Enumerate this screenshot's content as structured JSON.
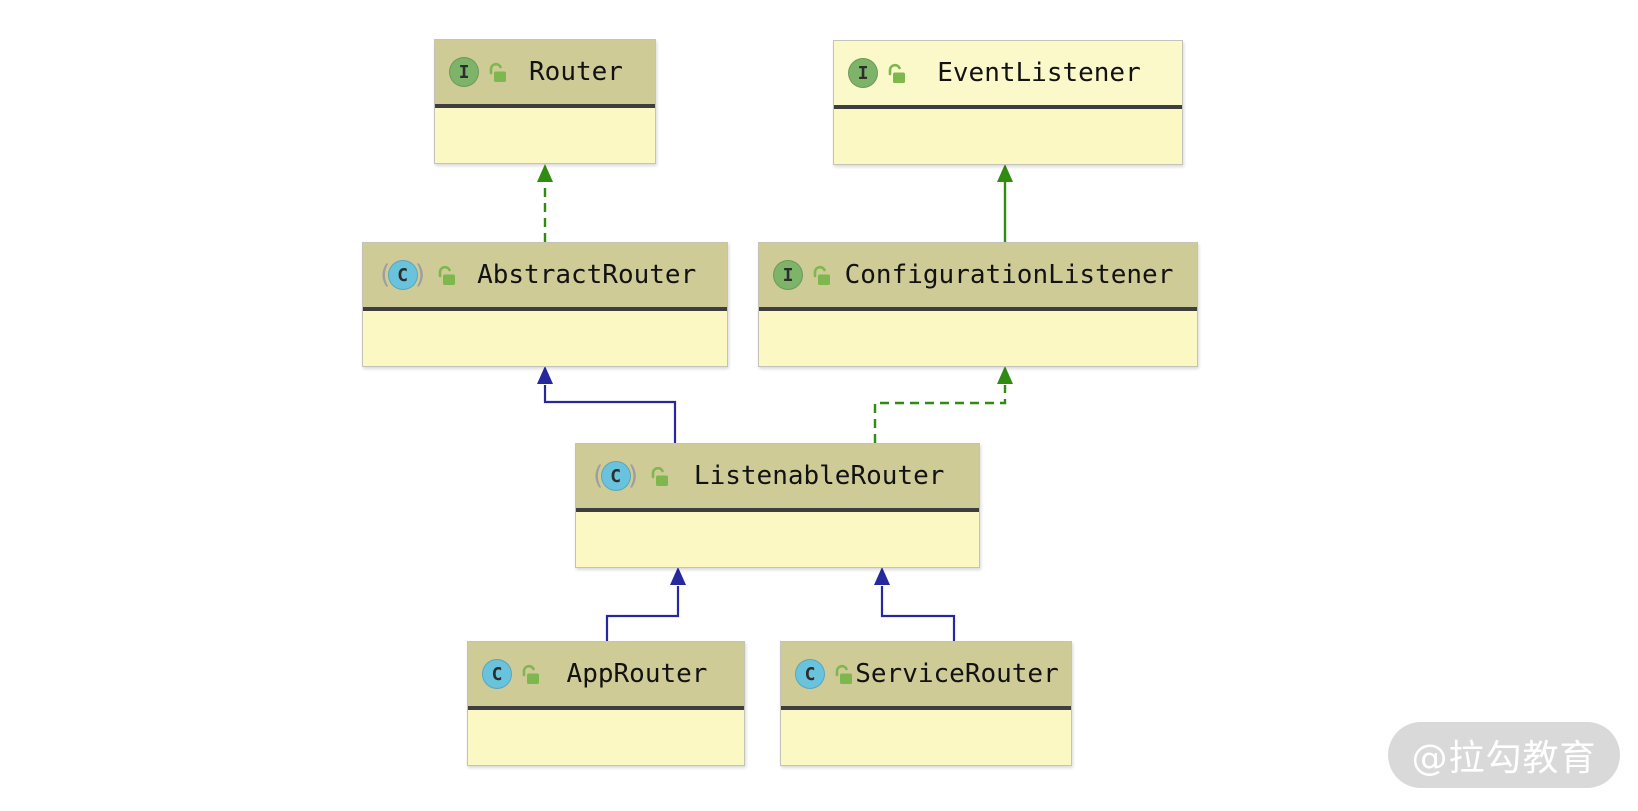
{
  "diagram": {
    "type": "uml-class-diagram",
    "nodes": [
      {
        "id": "router",
        "label": "Router",
        "kind": "interface",
        "header_variant": "olive"
      },
      {
        "id": "event-listener",
        "label": "EventListener",
        "kind": "interface",
        "header_variant": "yellow"
      },
      {
        "id": "abstract-router",
        "label": "AbstractRouter",
        "kind": "abstract-class",
        "header_variant": "olive"
      },
      {
        "id": "configuration-listener",
        "label": "ConfigurationListener",
        "kind": "interface",
        "header_variant": "olive"
      },
      {
        "id": "listenable-router",
        "label": "ListenableRouter",
        "kind": "abstract-class",
        "header_variant": "olive"
      },
      {
        "id": "app-router",
        "label": "AppRouter",
        "kind": "class",
        "header_variant": "olive"
      },
      {
        "id": "service-router",
        "label": "ServiceRouter",
        "kind": "class",
        "header_variant": "olive"
      }
    ],
    "edges": [
      {
        "from": "AbstractRouter",
        "to": "Router",
        "relationship": "implements",
        "line_style": "dashed",
        "color": "green"
      },
      {
        "from": "ConfigurationListener",
        "to": "EventListener",
        "relationship": "extends",
        "line_style": "solid",
        "color": "green"
      },
      {
        "from": "ListenableRouter",
        "to": "AbstractRouter",
        "relationship": "extends",
        "line_style": "solid",
        "color": "navy"
      },
      {
        "from": "ListenableRouter",
        "to": "ConfigurationListener",
        "relationship": "implements",
        "line_style": "dashed",
        "color": "green"
      },
      {
        "from": "AppRouter",
        "to": "ListenableRouter",
        "relationship": "extends",
        "line_style": "solid",
        "color": "navy"
      },
      {
        "from": "ServiceRouter",
        "to": "ListenableRouter",
        "relationship": "extends",
        "line_style": "solid",
        "color": "navy"
      }
    ]
  },
  "icons": {
    "interface_letter": "I",
    "class_letter": "C",
    "abstract_paren_left": "(",
    "abstract_paren_right": ")"
  },
  "watermark": {
    "label": "@拉勾教育"
  },
  "colors": {
    "canvas_bg": "#ffffff",
    "node_header_olive": "#cfcb97",
    "node_header_yellow": "#fbf8c9",
    "node_body_bg": "#fbf8c4",
    "node_separator": "#3e3e3e",
    "node_border": "#c3c3ba",
    "title_text": "#121212",
    "icon_interface_green": "#7eb469",
    "icon_class_blue": "#69c3dd",
    "icon_paren_gray": "#9e9e9e",
    "icon_lock_green": "#7db74e",
    "edge_green": "#2f8c10",
    "edge_navy": "#26289d",
    "watermark_bg": "#d9d9d9",
    "watermark_text": "#ffffff"
  }
}
